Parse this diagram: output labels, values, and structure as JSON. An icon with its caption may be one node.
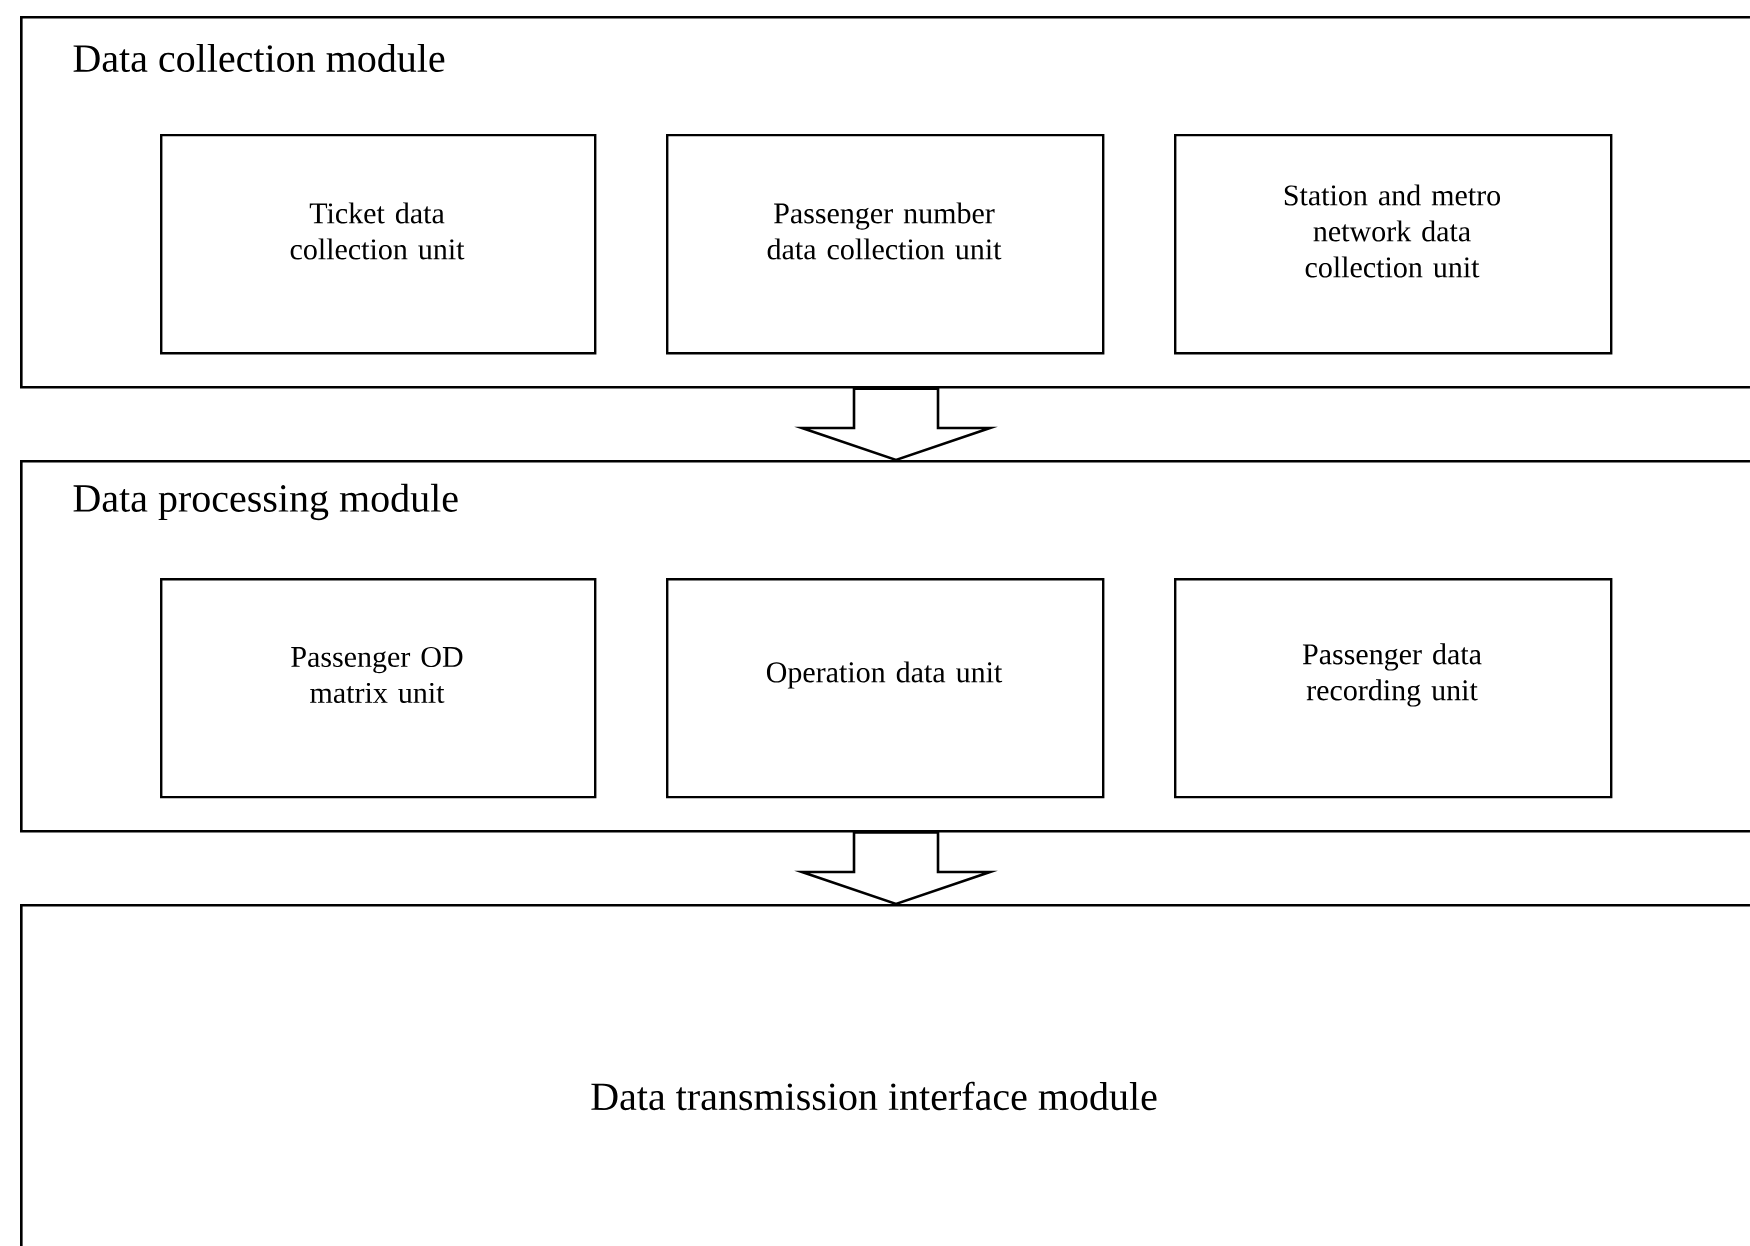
{
  "diagram": {
    "nodes": [
      {
        "text": [
          "Data collection module"
        ]
      },
      {
        "text": [
          "Ticket data collection unit"
        ],
        "in": 0
      },
      {
        "text": [
          "Passenger number data collection unit"
        ],
        "in": 0
      },
      {
        "text": [
          "Station and metro network data collection unit"
        ],
        "in": 0
      },
      {
        "text": [
          "Data processing module"
        ]
      },
      {
        "text": [
          "Passenger OD matrix unit"
        ],
        "in": 4
      },
      {
        "text": [
          "Operation data unit"
        ],
        "in": 4
      },
      {
        "text": [
          "Passenger data recording unit"
        ],
        "in": 4
      },
      {
        "text": [
          "Data transmission interface module"
        ]
      }
    ],
    "edges": [
      {
        "from": 0,
        "to": 4,
        "arrow": "to"
      },
      {
        "from": 4,
        "to": 8,
        "arrow": "to"
      }
    ]
  }
}
